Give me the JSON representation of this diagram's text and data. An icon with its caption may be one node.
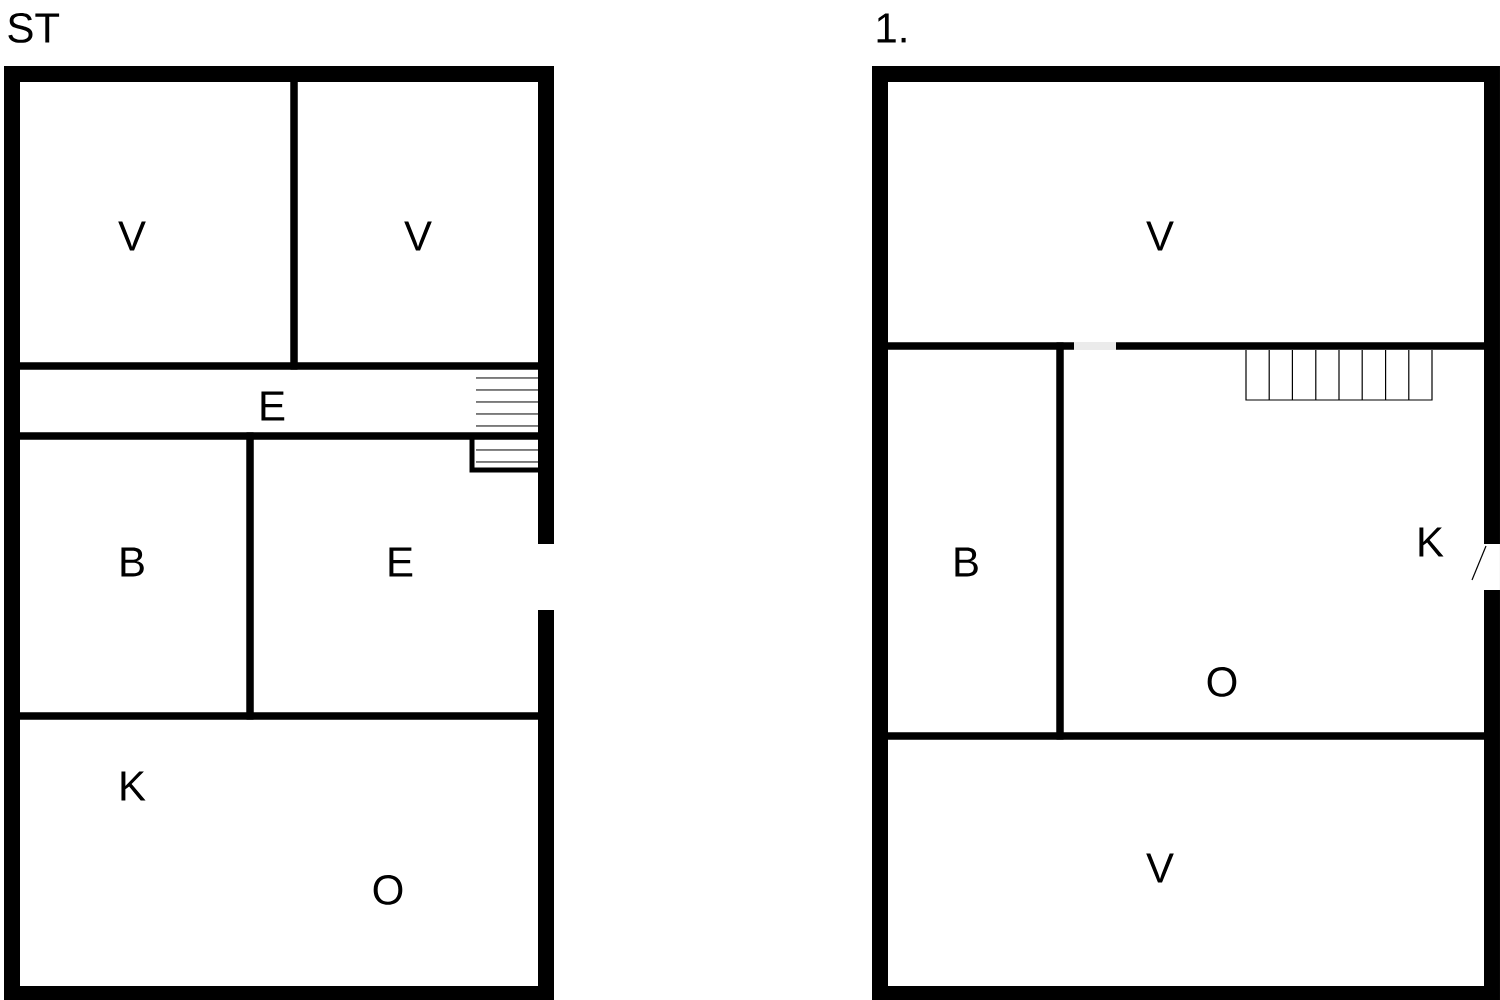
{
  "diagram": {
    "nodes": [
      {
        "text": [
          "ST"
        ]
      },
      {
        "text": [
          "V"
        ],
        "in": 0
      },
      {
        "text": [
          "V"
        ],
        "in": 0
      },
      {
        "text": [
          "E"
        ],
        "in": 0
      },
      {
        "text": [
          "B"
        ],
        "in": 0
      },
      {
        "text": [
          "E"
        ],
        "in": 0
      },
      {
        "text": [
          "K",
          "O"
        ],
        "in": 0
      },
      {
        "text": [
          "1."
        ]
      },
      {
        "text": [
          "V"
        ],
        "in": 7
      },
      {
        "text": [
          "B"
        ],
        "in": 7
      },
      {
        "text": [
          "K",
          "O"
        ],
        "in": 7
      },
      {
        "text": [
          "V"
        ],
        "in": 7
      }
    ]
  }
}
